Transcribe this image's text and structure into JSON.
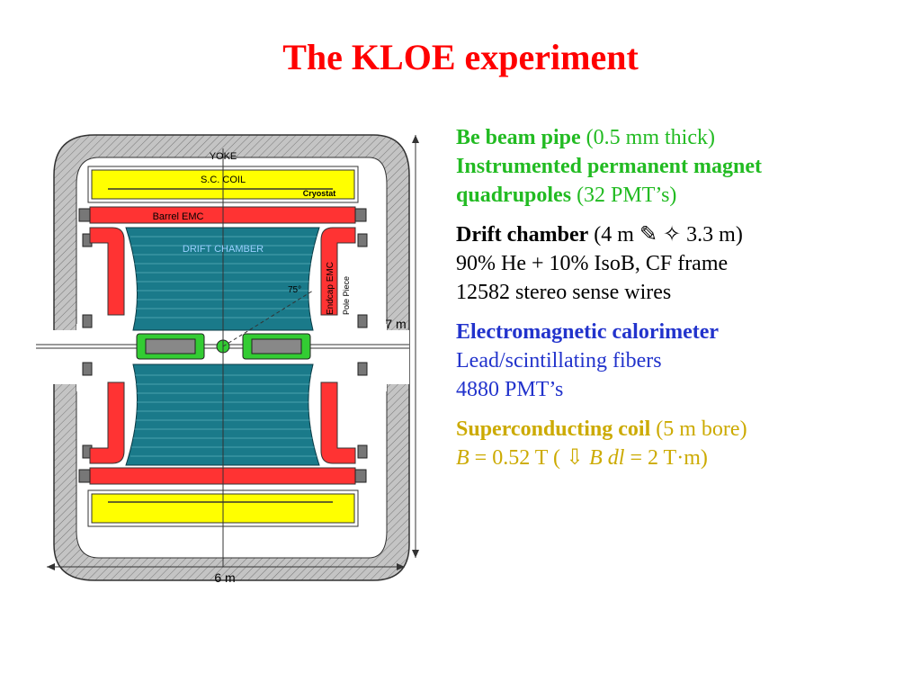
{
  "title": "The KLOE experiment",
  "diagram": {
    "labels": {
      "yoke": "YOKE",
      "coil": "S.C. COIL",
      "cryostat": "Cryostat",
      "barrel_emc": "Barrel EMC",
      "drift_chamber": "DRIFT CHAMBER",
      "endcap_emc": "Endcap EMC",
      "pole_piece": "Pole Piece",
      "angle": "75°",
      "height": "7 m",
      "width": "6 m"
    }
  },
  "beam_pipe": {
    "title": "Be beam pipe",
    "detail": " (0.5 mm thick)"
  },
  "magnet": {
    "title_line1": "Instrumented permanent magnet",
    "title_line2": "quadrupoles",
    "detail": " (32 PMT’s)"
  },
  "drift_chamber": {
    "title": "Drift chamber",
    "detail": " (4 m ✎ ✧ 3.3 m)",
    "line2": "90% He + 10% IsoB, CF frame",
    "line3": "12582 stereo sense wires"
  },
  "calorimeter": {
    "title": "Electromagnetic calorimeter",
    "line2": "Lead/scintillating fibers",
    "line3": "4880 PMT’s"
  },
  "coil": {
    "title": "Superconducting coil",
    "detail": " (5 m bore)",
    "line2_b": "B",
    "line2_mid": " = 0.52 T  ( ⇩ ",
    "line2_bdl": "B dl",
    "line2_end": "  = 2 T·m)"
  },
  "colors": {
    "title": "#ff0000",
    "green": "#22bb22",
    "blue": "#2233cc",
    "gold": "#ccaa00",
    "yoke": "#b8b8b8",
    "coil": "#ffff00",
    "emc": "#ff3333",
    "chamber": "#1a7a8a",
    "quad": "#33cc33"
  }
}
